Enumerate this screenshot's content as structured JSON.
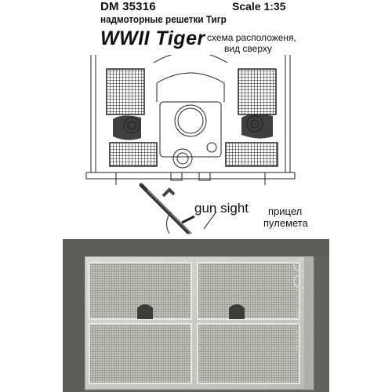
{
  "header": {
    "product_code": "DM 35316",
    "scale": "Scale 1:35",
    "subtitle_ru": "надмоторные решетки Тигр",
    "title": "WWII Tiger",
    "layout_note_line1": "схема расположеня,",
    "layout_note_line2": "вид сверху"
  },
  "callout": {
    "gun_sight_en": "gun sight",
    "gun_sight_ru_line1": "прицел",
    "gun_sight_ru_line2": "пулемета"
  },
  "photo": {
    "fret_marking": "35316 Tiger Gr.1a"
  }
}
